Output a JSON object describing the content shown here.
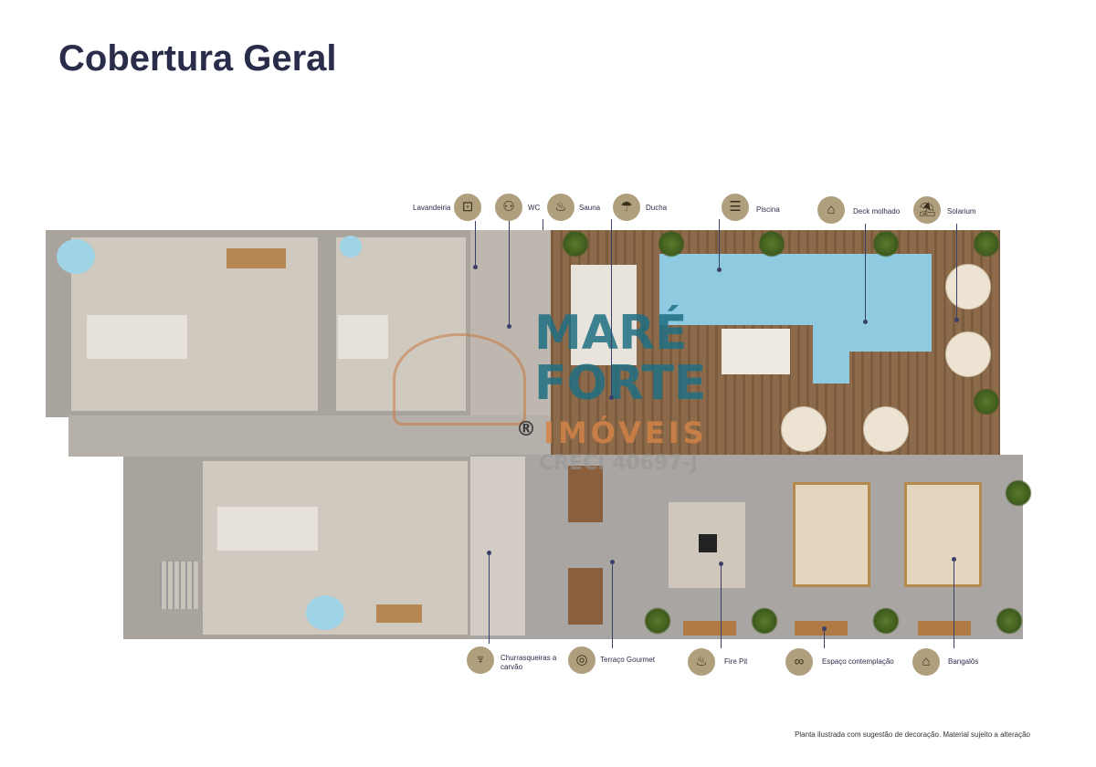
{
  "title": "Cobertura Geral",
  "top_labels": [
    {
      "label": "Lavandeiria",
      "icon": "washing-machine-icon"
    },
    {
      "label": "WC",
      "icon": "restroom-icon"
    },
    {
      "label": "Sauna",
      "icon": "sauna-icon"
    },
    {
      "label": "Ducha",
      "icon": "shower-icon"
    },
    {
      "label": "Piscina",
      "icon": "pool-ladder-icon"
    },
    {
      "label": "Deck molhado",
      "icon": "lounger-icon"
    },
    {
      "label": "Solarium",
      "icon": "beach-umbrella-icon"
    }
  ],
  "bottom_labels": [
    {
      "label": "Churrasqueiras a carvão",
      "icon": "grill-icon"
    },
    {
      "label": "Terraço Gourmet",
      "icon": "plate-icon"
    },
    {
      "label": "Fire Pit",
      "icon": "fire-pit-icon"
    },
    {
      "label": "Espaço contemplação",
      "icon": "binoculars-icon"
    },
    {
      "label": "Bangalôs",
      "icon": "gazebo-icon"
    }
  ],
  "watermark": {
    "line1": "MARÉ",
    "line2": "FORTE",
    "registered": "®",
    "line3": "IMÓVEIS",
    "line4": "CRECI 40697-J"
  },
  "footnote": "Planta ilustrada com sugestão de decoração. Material sujeito a alteração"
}
